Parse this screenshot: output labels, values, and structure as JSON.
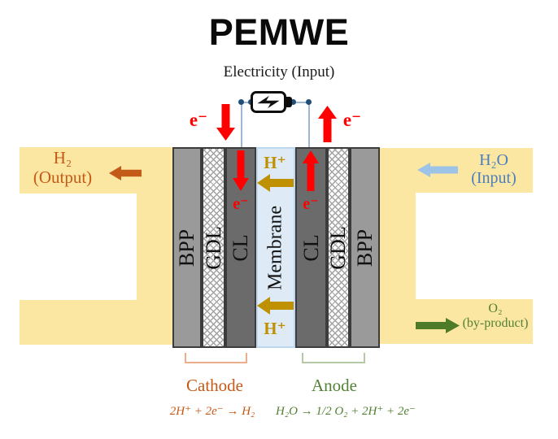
{
  "title": "PEMWE",
  "electricity_label": "Electricity (Input)",
  "electrons": {
    "top_left": "e⁻",
    "top_right": "e⁻",
    "cl_left": "e⁻",
    "cl_right": "e⁻"
  },
  "protons": {
    "top": "H⁺",
    "bottom": "H⁺"
  },
  "cell": {
    "layers": [
      {
        "label": "BPP"
      },
      {
        "label": "GDL"
      },
      {
        "label": "CL"
      },
      {
        "label": "Membrane"
      },
      {
        "label": "CL"
      },
      {
        "label": "GDL"
      },
      {
        "label": "BPP"
      }
    ]
  },
  "hydrogen_output": {
    "line1": "H₂",
    "line2": "(Output)"
  },
  "water_input": {
    "line1": "H₂O",
    "line2": "(Input)"
  },
  "oxygen_byproduct": {
    "line1": "O₂",
    "line2": "(by-product)"
  },
  "cathode": {
    "label": "Cathode",
    "equation": "2H⁺ + 2e⁻ → H₂"
  },
  "anode": {
    "label": "Anode",
    "equation": "H₂O → 1/2 O₂ + 2H⁺ + 2e⁻"
  },
  "colors": {
    "channel_yellow": "#FBE7A2",
    "bpp_gray": "#9A9A9A",
    "cl_gray": "#6B6B6B",
    "membrane_blue": "#DEEBF7",
    "electron_red": "#FF0000",
    "proton_gold": "#BF9000",
    "hydrogen_orange": "#C45A17",
    "water_blue_arrow": "#9DC3E6",
    "water_blue_text": "#4A7EBD",
    "oxygen_green_arrow": "#4E7B27",
    "oxygen_green_text": "#538135",
    "wire_blue": "#9DB8D6",
    "node_navy": "#1F4E79",
    "bolt_black": "#111111"
  }
}
